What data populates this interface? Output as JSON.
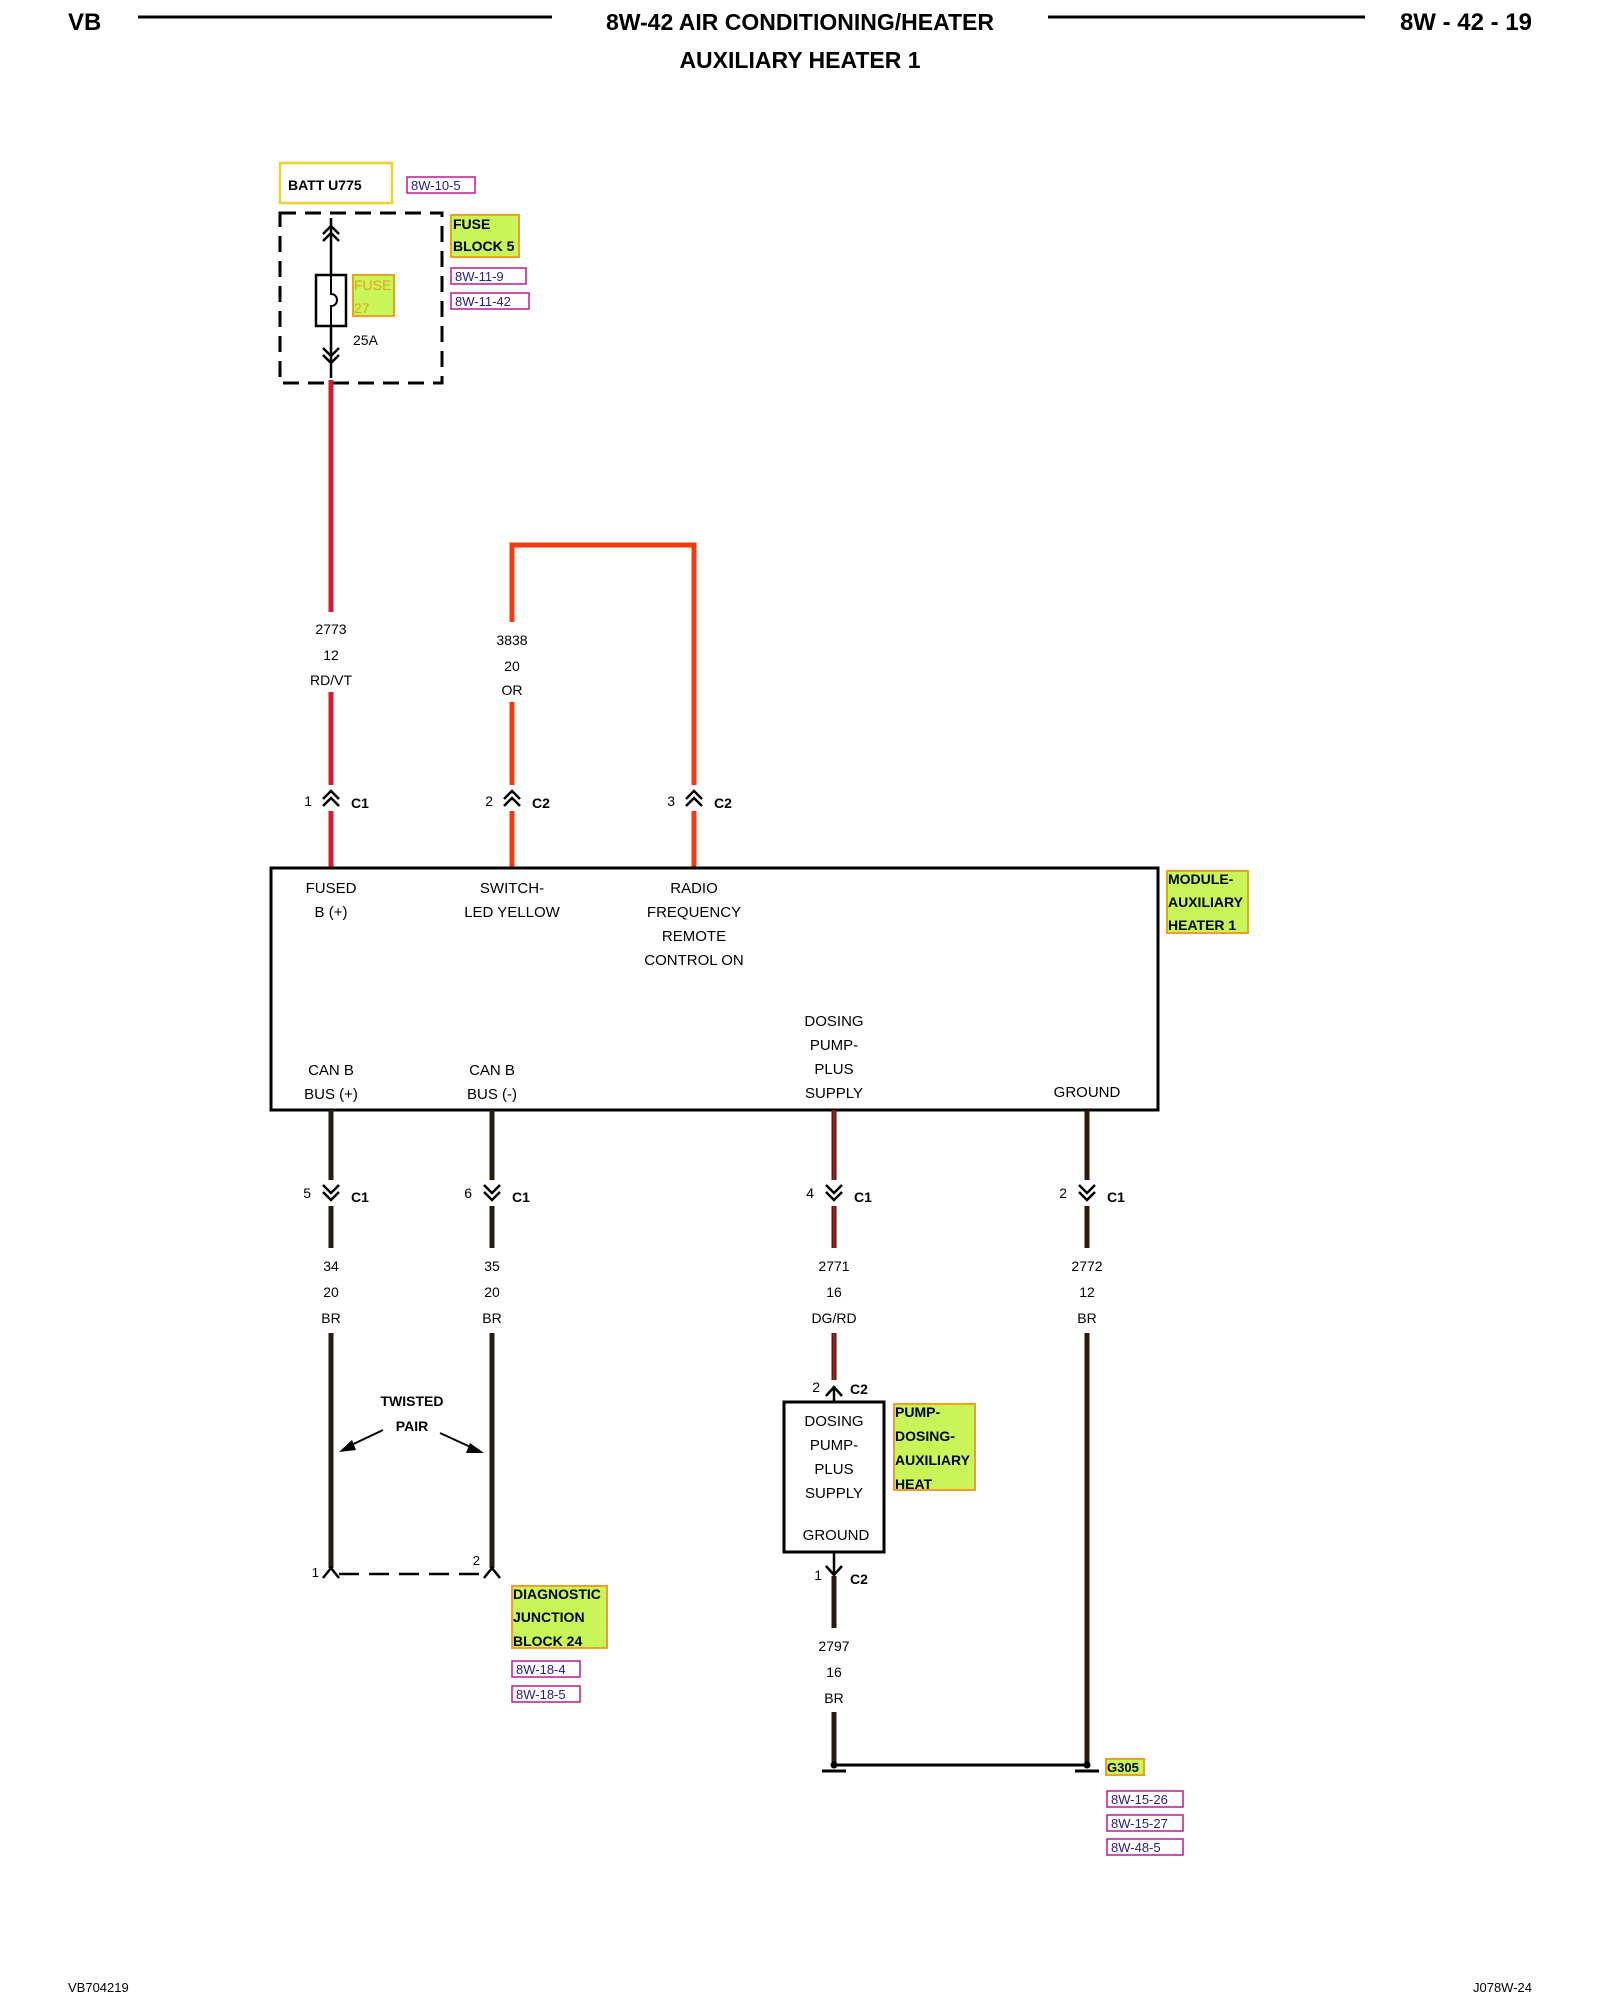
{
  "header": {
    "left": "VB",
    "title_line1": "8W-42 AIR CONDITIONING/HEATER",
    "title_line2": "AUXILIARY HEATER 1",
    "right": "8W - 42 - 19"
  },
  "footer": {
    "left": "VB704219",
    "right": "J078W-24"
  },
  "colors": {
    "wire_red": "#e0182f",
    "wire_orange": "#f03c10",
    "wire_brown": "#2a1a10",
    "wire_dg_rd": "#5a1a12",
    "highlight_fill": "#c8f558",
    "highlight_border": "#f0a020",
    "batt_border": "#f2d02a",
    "ref_border": "#c01890",
    "ref_text": "#2a1a8a"
  },
  "power": {
    "batt_label": "BATT U775",
    "batt_ref": "8W-10-5",
    "fuse_block_line1": "FUSE",
    "fuse_block_line2": "BLOCK 5",
    "fuse_block_refs": [
      "8W-11-9",
      "8W-11-42"
    ],
    "fuse_line1": "FUSE",
    "fuse_line2": "27",
    "fuse_rating": "25A"
  },
  "wires_top": {
    "w2773": {
      "circuit": "2773",
      "gauge": "12",
      "color": "RD/VT"
    },
    "w3838": {
      "circuit": "3838",
      "gauge": "20",
      "color": "OR"
    }
  },
  "top_pins": [
    {
      "pin": "1",
      "conn": "C1"
    },
    {
      "pin": "2",
      "conn": "C2"
    },
    {
      "pin": "3",
      "conn": "C2"
    }
  ],
  "module": {
    "label_lines": [
      "MODULE-",
      "AUXILIARY",
      "HEATER 1"
    ],
    "fused_b": [
      "FUSED",
      "B (+)"
    ],
    "switch_led": [
      "SWITCH-",
      "LED YELLOW"
    ],
    "radio": [
      "RADIO",
      "FREQUENCY",
      "REMOTE",
      "CONTROL ON"
    ],
    "can_b_plus": [
      "CAN B",
      "BUS (+)"
    ],
    "can_b_minus": [
      "CAN B",
      "BUS (-)"
    ],
    "dosing_pump": [
      "DOSING",
      "PUMP-",
      "PLUS",
      "SUPPLY"
    ],
    "ground": "GROUND"
  },
  "bottom_pins": [
    {
      "pin": "5",
      "conn": "C1"
    },
    {
      "pin": "6",
      "conn": "C1"
    },
    {
      "pin": "4",
      "conn": "C1"
    },
    {
      "pin": "2",
      "conn": "C1"
    }
  ],
  "wires_bottom": [
    {
      "circuit": "34",
      "gauge": "20",
      "color": "BR"
    },
    {
      "circuit": "35",
      "gauge": "20",
      "color": "BR"
    },
    {
      "circuit": "2771",
      "gauge": "16",
      "color": "DG/RD"
    },
    {
      "circuit": "2772",
      "gauge": "12",
      "color": "BR"
    }
  ],
  "twisted_pair": [
    "TWISTED",
    "PAIR"
  ],
  "diag": {
    "pin1": "1",
    "pin2": "2",
    "label_lines": [
      "DIAGNOSTIC",
      "JUNCTION",
      "BLOCK 24"
    ],
    "refs": [
      "8W-18-4",
      "8W-18-5"
    ]
  },
  "pump": {
    "pin_top": "2",
    "conn_top": "C2",
    "supply_lines": [
      "DOSING",
      "PUMP-",
      "PLUS",
      "SUPPLY"
    ],
    "ground": "GROUND",
    "pin_bottom": "1",
    "conn_bottom": "C2",
    "label_lines": [
      "PUMP-",
      "DOSING-",
      "AUXILIARY",
      "HEAT"
    ]
  },
  "wire_2797": {
    "circuit": "2797",
    "gauge": "16",
    "color": "BR"
  },
  "ground_point": {
    "label": "G305",
    "refs": [
      "8W-15-26",
      "8W-15-27",
      "8W-48-5"
    ]
  }
}
